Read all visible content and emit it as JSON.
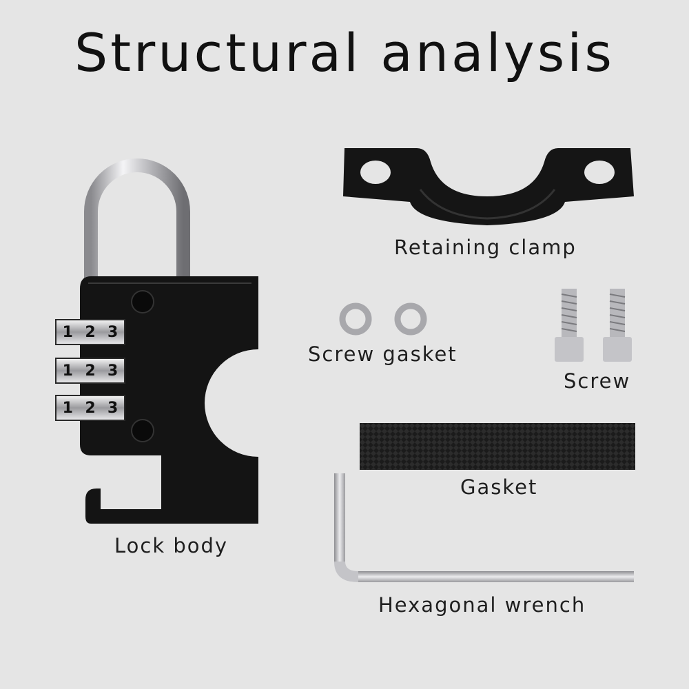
{
  "title": "Structural analysis",
  "parts": {
    "lock_body": "Lock body",
    "retaining_clamp": "Retaining clamp",
    "screw_gasket": "Screw gasket",
    "screw": "Screw",
    "gasket": "Gasket",
    "hexagonal_wrench": "Hexagonal wrench"
  },
  "lock_dials": [
    [
      "1",
      "2",
      "3"
    ],
    [
      "1",
      "2",
      "3"
    ],
    [
      "1",
      "2",
      "3"
    ]
  ],
  "colors": {
    "background": "#e5e5e5",
    "lock_black": "#141414",
    "metal_silver": "#c8c8cc"
  }
}
